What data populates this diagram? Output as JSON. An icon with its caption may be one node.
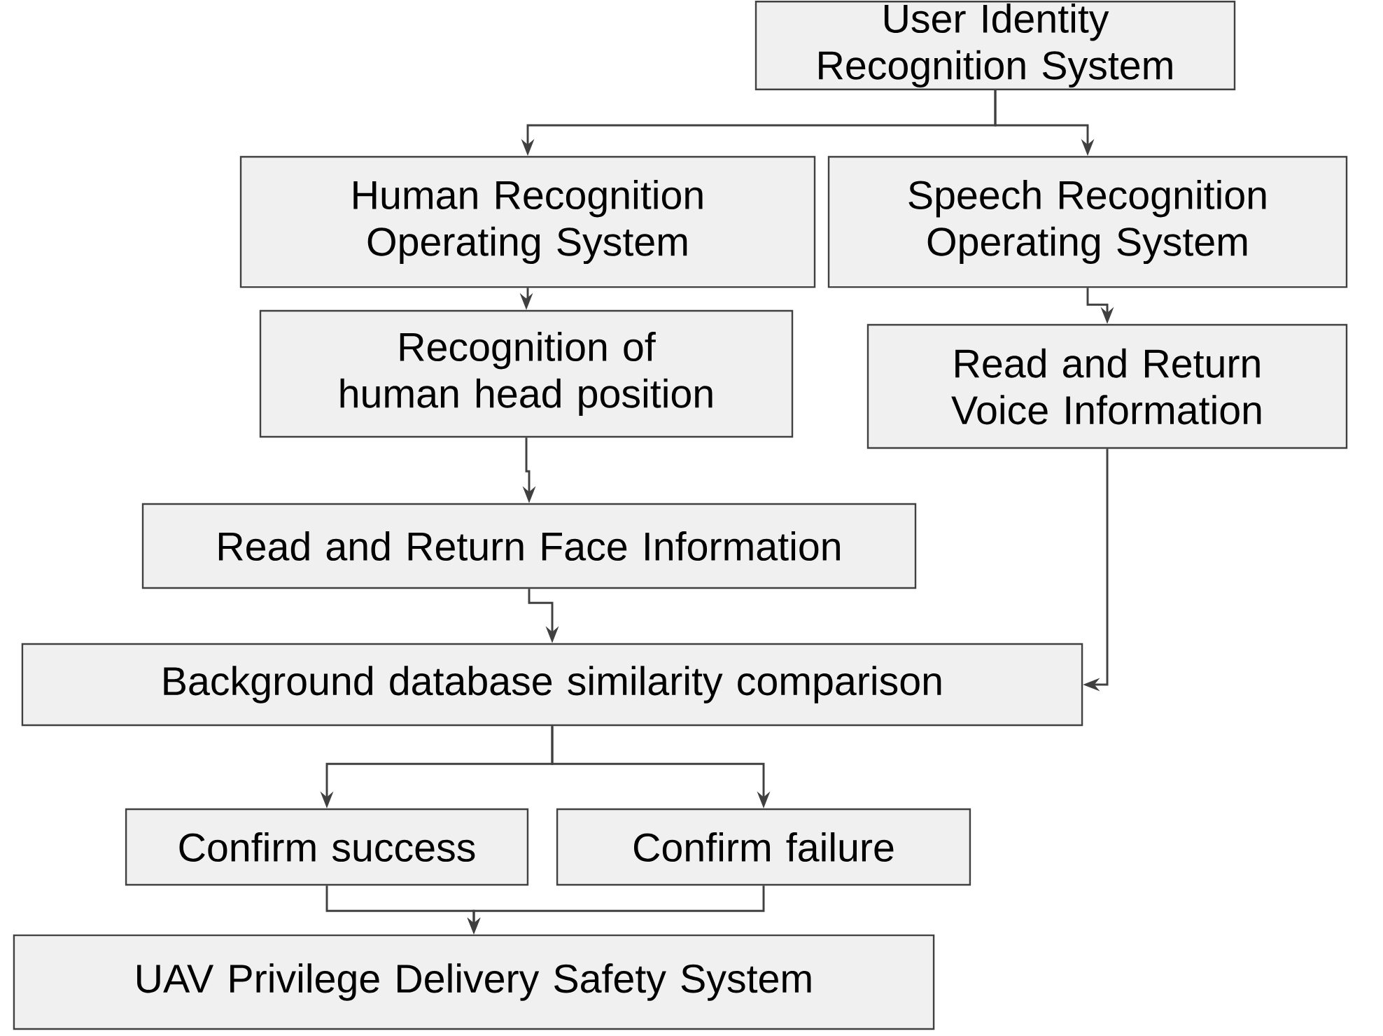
{
  "diagram": {
    "nodes": [
      {
        "text": [
          "User Identity Recognition System"
        ]
      },
      {
        "text": [
          "Human Recognition Operating System"
        ]
      },
      {
        "text": [
          "Speech Recognition Operating System"
        ]
      },
      {
        "text": [
          "Recognition of human head position"
        ]
      },
      {
        "text": [
          "Read and Return Voice Information"
        ]
      },
      {
        "text": [
          "Read and Return Face Information"
        ]
      },
      {
        "text": [
          "Background database similarity comparison"
        ]
      },
      {
        "text": [
          "Confirm success"
        ]
      },
      {
        "text": [
          "Confirm failure"
        ]
      },
      {
        "text": [
          "UAV Privilege Delivery Safety System"
        ]
      }
    ],
    "edges": [
      {
        "from": 0,
        "to": 1,
        "arrow": "to"
      },
      {
        "from": 0,
        "to": 2,
        "arrow": "to"
      },
      {
        "from": 1,
        "to": 3,
        "arrow": "to"
      },
      {
        "from": 2,
        "to": 4,
        "arrow": "to"
      },
      {
        "from": 3,
        "to": 5,
        "arrow": "to"
      },
      {
        "from": 5,
        "to": 6,
        "arrow": "to"
      },
      {
        "from": 4,
        "to": 6,
        "arrow": "to"
      },
      {
        "from": 6,
        "to": 7,
        "arrow": "to"
      },
      {
        "from": 6,
        "to": 8,
        "arrow": "to"
      },
      {
        "from": 7,
        "to": 9,
        "arrow": "to"
      },
      {
        "from": 8,
        "to": 9,
        "arrow": "to"
      }
    ]
  }
}
